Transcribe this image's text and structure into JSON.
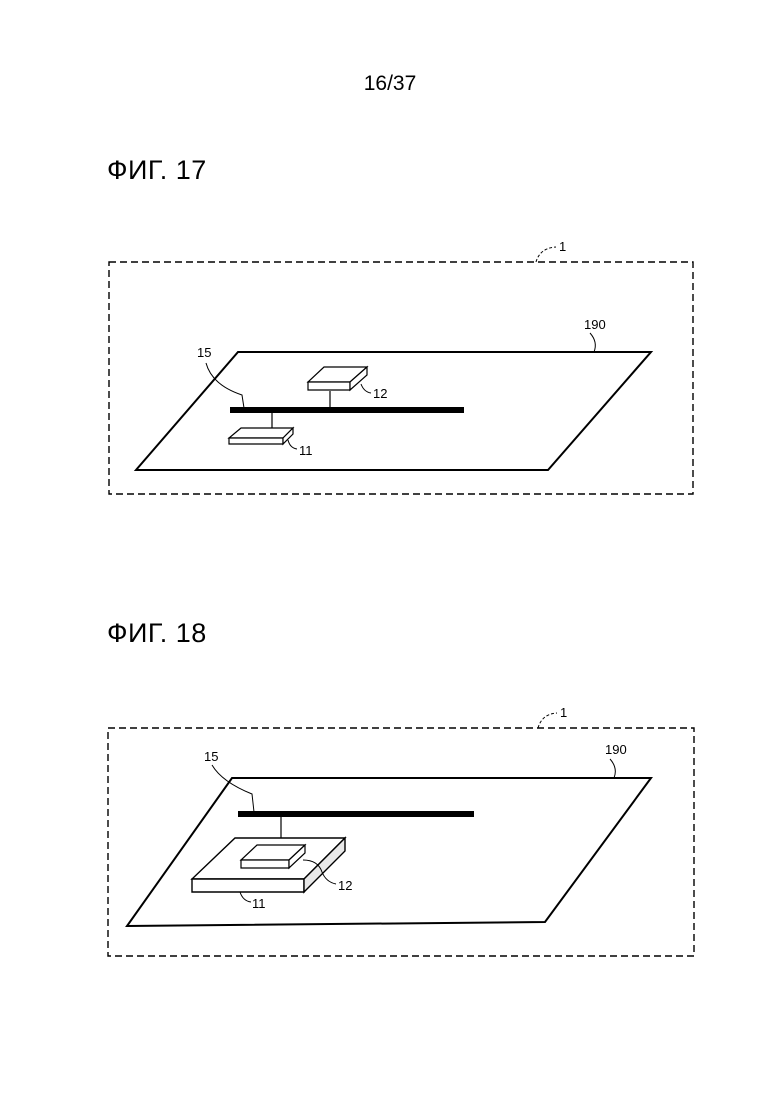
{
  "page_number": "16/37",
  "figures": [
    {
      "title": "ФИГ. 17",
      "labels": {
        "system": "1",
        "surface": "190",
        "bus": "15",
        "device_lower": "11",
        "device_upper": "12"
      }
    },
    {
      "title": "ФИГ. 18",
      "labels": {
        "system": "1",
        "surface": "190",
        "bus": "15",
        "device_lower": "11",
        "device_upper": "12"
      }
    }
  ]
}
